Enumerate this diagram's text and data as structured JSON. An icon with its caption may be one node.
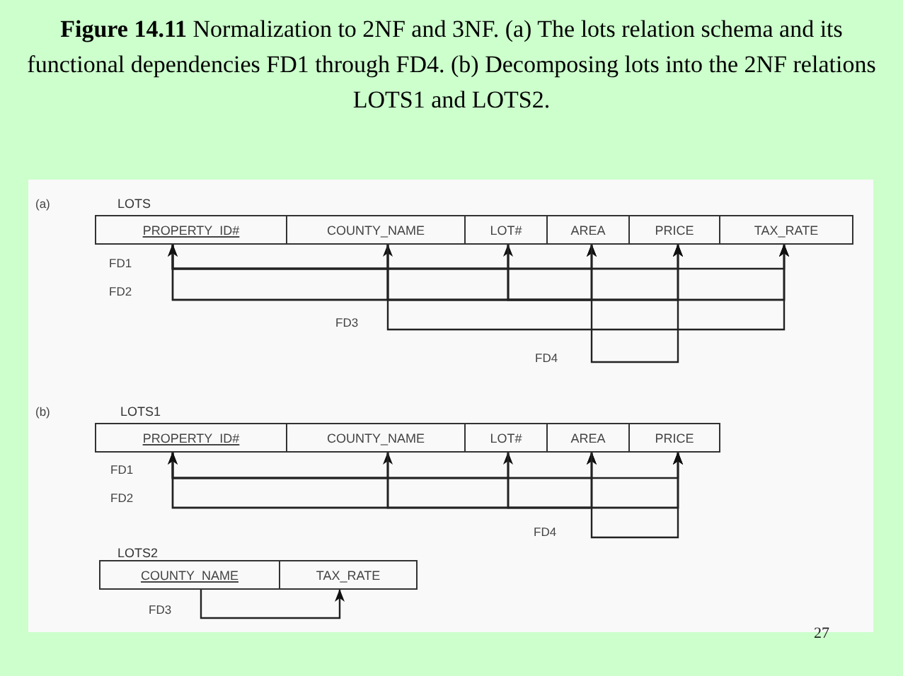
{
  "diagram": {
    "title": "**Figure 14.11** Normalization to 2NF and 3NF. (a) The lots relation schema and its functional dependencies FD1 through FD4. (b) Decomposing lots into the 2NF relations LOTS1 and LOTS2.",
    "nodes": [
      {
        "text": [
          "LOTS"
        ]
      },
      {
        "text": [
          "PROPERTY_ID#"
        ],
        "in": 0
      },
      {
        "text": [
          "COUNTY_NAME"
        ],
        "in": 0
      },
      {
        "text": [
          "LOT#"
        ],
        "in": 0
      },
      {
        "text": [
          "AREA"
        ],
        "in": 0
      },
      {
        "text": [
          "PRICE"
        ],
        "in": 0
      },
      {
        "text": [
          "TAX_RATE"
        ],
        "in": 0
      },
      {
        "text": [
          "LOTS1"
        ]
      },
      {
        "text": [
          "PROPERTY_ID#"
        ],
        "in": 7
      },
      {
        "text": [
          "COUNTY_NAME"
        ],
        "in": 7
      },
      {
        "text": [
          "LOT#"
        ],
        "in": 7
      },
      {
        "text": [
          "AREA"
        ],
        "in": 7
      },
      {
        "text": [
          "PRICE"
        ],
        "in": 7
      },
      {
        "text": [
          "LOTS2"
        ]
      },
      {
        "text": [
          "COUNTY_NAME"
        ],
        "in": 13
      },
      {
        "text": [
          "TAX_RATE"
        ],
        "in": 13
      }
    ],
    "edges": [
      {
        "from": 1,
        "to": 2,
        "arrow": "to",
        "label": "FD1"
      },
      {
        "from": 1,
        "to": 3,
        "arrow": "to"
      },
      {
        "from": 1,
        "to": 4,
        "arrow": "to"
      },
      {
        "from": 1,
        "to": 5,
        "arrow": "to"
      },
      {
        "from": 1,
        "to": 6,
        "arrow": "to"
      },
      {
        "from": 2,
        "to": 1,
        "arrow": "to",
        "label": "FD2"
      },
      {
        "from": 2,
        "to": 4,
        "arrow": "to"
      },
      {
        "from": 2,
        "to": 5,
        "arrow": "to"
      },
      {
        "from": 2,
        "to": 6,
        "arrow": "to"
      },
      {
        "from": 3,
        "to": 1,
        "arrow": "to"
      },
      {
        "from": 3,
        "to": 4,
        "arrow": "to"
      },
      {
        "from": 3,
        "to": 5,
        "arrow": "to"
      },
      {
        "from": 3,
        "to": 6,
        "arrow": "to"
      },
      {
        "from": 2,
        "to": 6,
        "arrow": "to",
        "label": "FD3"
      },
      {
        "from": 4,
        "to": 5,
        "arrow": "to",
        "label": "FD4"
      },
      {
        "from": 8,
        "to": 9,
        "arrow": "to",
        "label": "FD1"
      },
      {
        "from": 8,
        "to": 10,
        "arrow": "to"
      },
      {
        "from": 8,
        "to": 11,
        "arrow": "to"
      },
      {
        "from": 8,
        "to": 12,
        "arrow": "to"
      },
      {
        "from": 9,
        "to": 8,
        "arrow": "to",
        "label": "FD2"
      },
      {
        "from": 9,
        "to": 11,
        "arrow": "to"
      },
      {
        "from": 9,
        "to": 12,
        "arrow": "to"
      },
      {
        "from": 10,
        "to": 8,
        "arrow": "to"
      },
      {
        "from": 10,
        "to": 11,
        "arrow": "to"
      },
      {
        "from": 10,
        "to": 12,
        "arrow": "to"
      },
      {
        "from": 11,
        "to": 12,
        "arrow": "to",
        "label": "FD4"
      },
      {
        "from": 14,
        "to": 15,
        "arrow": "to",
        "label": "FD3"
      }
    ],
    "labels": [
      "(a)",
      "(b)",
      "27"
    ]
  }
}
